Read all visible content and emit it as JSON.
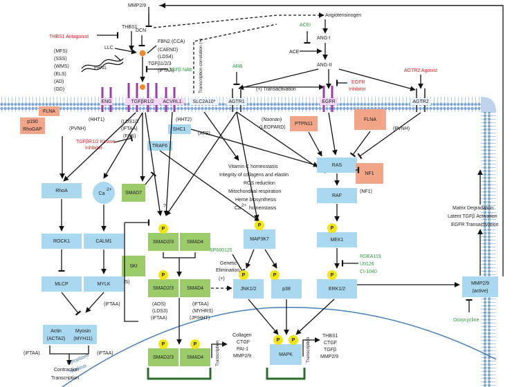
{
  "colors": {
    "protein_box": "#a9d8ef",
    "smad_box": "#9ccc6a",
    "mutated_box": "#f3a58a",
    "phospho": "#f2e513",
    "drug": "#2c9a3c",
    "antagonist": "#cc1f1f",
    "membrane": "#8fb6dc"
  },
  "top": {
    "mmp_top": "MMP2/9",
    "thbs1_antagonist": "THBS1 Antagonist",
    "thbs1": "THBS1",
    "dcn": "DCN",
    "llc": "LLC",
    "fbn1": "FBN1",
    "fbn2": "FBN2 (CCA)",
    "caend": "(CAEND)",
    "lds4": "(LDS4)",
    "tgfb123": "TGFβ1/2/3",
    "iftaa": "(iFTAA)",
    "tgfb_nab": "TGFβ NAb",
    "mfs": "(MFS)",
    "sss": "(SSS)",
    "wms": "(WMS)",
    "els": "(ELS)",
    "ad": "(AD)",
    "gd": "(GD)",
    "transcription_correlation": "Transcription correlation (+)",
    "angiotensinogen": "Angiotensinogen",
    "acei": "ACEi",
    "ang1": "ANG-I",
    "ace": "ACE",
    "ang2": "ANG-II",
    "arb": "ARB",
    "agtr2_agonist": "AGTR2 Agonist",
    "transactivation": "(+) Transactivation",
    "egfr_inhibitor_1": "EGFR",
    "egfr_inhibitor_2": "Inhibitor"
  },
  "receptors": {
    "eng": "ENG",
    "tgfbr12": "TGFβR1/2",
    "acvrl1": "ACVRL1",
    "slc2a10": "SLC2A10*",
    "agtr1": "AGTR1",
    "egfr": "EGFR",
    "agtr2": "AGTR2",
    "hht1": "(HHT1)",
    "hht2": "(HHT2)",
    "ats": "(ATS)"
  },
  "left": {
    "flna": "FLNA",
    "p190": "p190",
    "rhogap": "RhoGAP",
    "pvnh_left": "(PVNH)",
    "lds12": "(LDS1/2",
    "iftaa2": "(iFTAA)",
    "fss": "(FSS)",
    "tgfbr_kinase_1": "TGFβR1/2 Kinase",
    "tgfbr_kinase_2": "Inhibitor",
    "shc1": "SHC1",
    "traf6": "TRAF6",
    "rhoa": "RhoA",
    "ca": "Ca",
    "smad7": "SMAD7",
    "q": "?",
    "rock1": "ROCK1",
    "calm1": "CALM1",
    "ski": "SKI",
    "sgs": "(SGS)",
    "mlcp": "MLCP",
    "mylk": "MYLK",
    "iftaa3": "(iFTAA)",
    "actin_1": "Actin",
    "actin_2": "(ACTA2)",
    "myosin_1": "Myosin",
    "myosin_2": "(MYH11)",
    "iftaa_l": "(iFTAA)",
    "iftaa_r": "(iFTAA)",
    "contraction": "Contraction",
    "transcription_l": "Transcription"
  },
  "center": {
    "smad23": "SMAD2/3",
    "smad4": "SMAD4",
    "aos": "(AOS)",
    "lds3": "(LDS3)",
    "iftaa_c": "(iFTAA)",
    "iftaa_c2": "(iFTAA)",
    "myhrs": "(MYHRS)",
    "jphht": "(JP/HHT)",
    "genetic_1": "Genetic",
    "genetic_2": "Elimination",
    "plus": "(+)",
    "map3k7": "MAP3K7",
    "sp600125": "SP600125",
    "jnk": "JNK1/2",
    "p38": "p38",
    "mapk": "MAPK",
    "vitc": "Vitamin C homeostasis",
    "integrity": "Integrity of collagens and elastin",
    "ros": "ROS reduction",
    "mito": "Mitochondrial respiration",
    "heme": "Heme biosynthesis",
    "ca_homeo": "homeostasis",
    "collagen": "Collagen",
    "ctgf": "CTGF",
    "pai1": "PAI-1",
    "mmp29": "MMP2/9",
    "transcription": "Transcription",
    "cytoplasm": "Cytoplasm",
    "nucleus": "Nucleus"
  },
  "right": {
    "noonan": "(Noonan)",
    "leopard": "(LEOPARD)",
    "ptpn11": "PTPN11",
    "flna_r": "FLNA",
    "pvnh_r": "(PVNH)",
    "ras": "RAS",
    "nf1": "NF1",
    "nf1_dis": "(NF1)",
    "raf": "RAF",
    "mek1": "MEK1",
    "rdea": "RDEA119",
    "u0126": "U0126",
    "ci1040": "CI-1040",
    "erk": "ERK1/2",
    "mmp_active_1": "MMP2/9",
    "mmp_active_2": "(active)",
    "doxy": "Doxycycline",
    "matrix": "Matrix Degradation",
    "latent": "Latent TGFβ Activation",
    "egfr_trans": "EGFR Transactivation",
    "thbs1_out": "THBS1",
    "ctgf_out": "CTGF",
    "tgfb_out": "TGFβ",
    "mmp_out": "MMP2/9",
    "transcription_r": "Transcription"
  },
  "phospho_label": "P",
  "ca2": "2+"
}
